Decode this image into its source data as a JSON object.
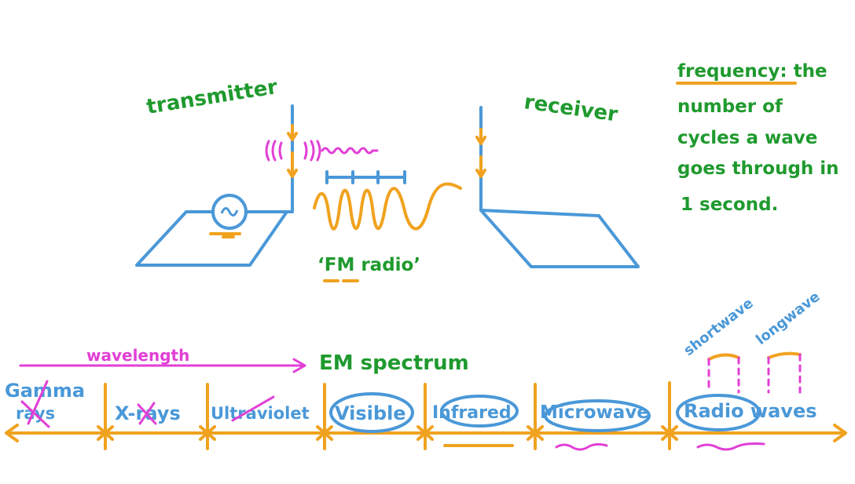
{
  "labels": {
    "transmitter": "transmitter",
    "receiver": "receiver",
    "fm_radio": "‘FM radio’",
    "wavelength": "wavelength",
    "em_spectrum": "EM spectrum",
    "shortwave": "shortwave",
    "longwave": "longwave"
  },
  "definition": {
    "term": "frequency",
    "rest": ": the",
    "line2": "number of",
    "line3": "cycles a wave",
    "line4": "goes through in",
    "line5": "1 second."
  },
  "spectrum": {
    "gamma_line1": "Gamma",
    "gamma_line2": "rays",
    "xrays": "X-rays",
    "ultraviolet": "Ultraviolet",
    "visible": "Visible",
    "infrared": "Infrared",
    "microwave": "Microwave",
    "radio": "Radio waves"
  },
  "colors": {
    "green": "#1f9a2e",
    "blue": "#4a98d8",
    "orange": "#f0a21f",
    "magenta": "#e23fd6"
  }
}
